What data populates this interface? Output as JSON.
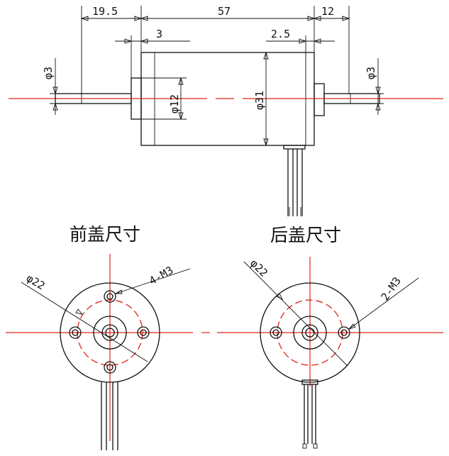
{
  "dims": {
    "len_19_5": "19.5",
    "len_57": "57",
    "len_12": "12",
    "len_3": "3",
    "len_2_5": "2.5",
    "dia_3_left": "φ3",
    "dia_3_right": "φ3",
    "dia_12": "φ12",
    "dia_31": "φ31",
    "front_dia_22": "φ22",
    "front_thread": "4-M3",
    "rear_dia_22": "φ22",
    "rear_thread": "2-M3"
  },
  "captions": {
    "front": "前盖尺寸",
    "rear": "后盖尺寸"
  },
  "colors": {
    "line": "#111111",
    "centerline": "#e0241b"
  }
}
